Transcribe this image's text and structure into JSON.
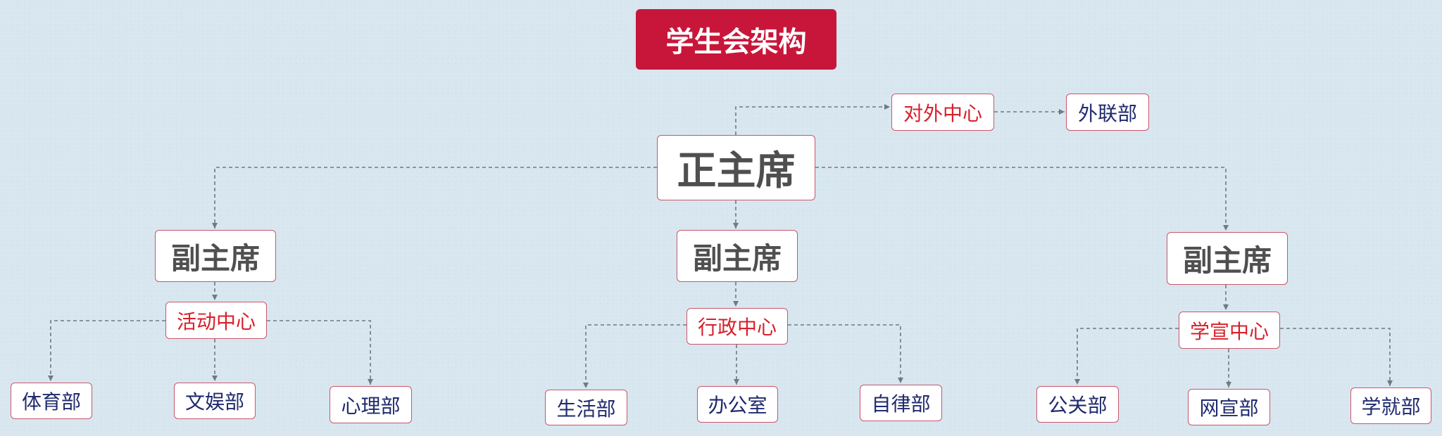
{
  "title": "学生会架构",
  "root": {
    "label": "正主席"
  },
  "external": {
    "center": "对外中心",
    "department": "外联部"
  },
  "branches": [
    {
      "vice": "副主席",
      "center": "活动中心",
      "departments": [
        "体育部",
        "文娱部",
        "心理部"
      ]
    },
    {
      "vice": "副主席",
      "center": "行政中心",
      "departments": [
        "生活部",
        "办公室",
        "自律部"
      ]
    },
    {
      "vice": "副主席",
      "center": "学宣中心",
      "departments": [
        "公关部",
        "网宣部",
        "学就部"
      ]
    }
  ],
  "colors": {
    "title_bg": "#c8163a",
    "center_text": "#d81f2a",
    "department_text": "#1f2a6e",
    "node_border": "#c9566a",
    "connector": "#6f7a82",
    "background": "#d8e6ef"
  }
}
